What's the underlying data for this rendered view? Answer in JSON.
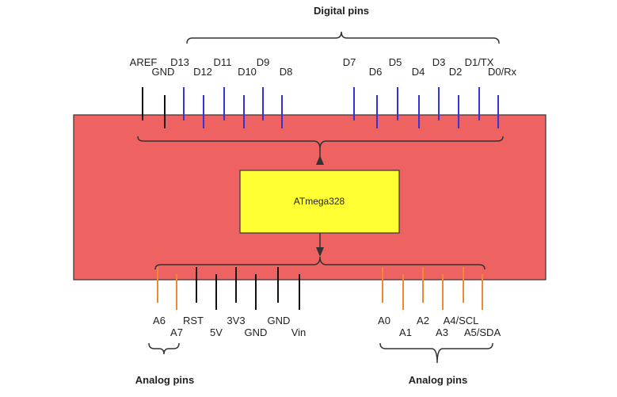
{
  "colors": {
    "board": "#ef6262",
    "board_stroke": "#333333",
    "chip": "#ffff33",
    "digital_pin": "#3333dd",
    "power_pin": "#111111",
    "analog_pin": "#ee8833",
    "brace": "#333333",
    "text": "#222222"
  },
  "labels": {
    "digital_group": "Digital pins",
    "analog_group_left": "Analog pins",
    "analog_group_right": "Analog pins",
    "chip": "ATmega328"
  },
  "top_pins": [
    {
      "label": "AREF",
      "type": "power"
    },
    {
      "label": "GND",
      "type": "power"
    },
    {
      "label": "D13",
      "type": "digital"
    },
    {
      "label": "D12",
      "type": "digital"
    },
    {
      "label": "D11",
      "type": "digital"
    },
    {
      "label": "D10",
      "type": "digital"
    },
    {
      "label": "D9",
      "type": "digital"
    },
    {
      "label": "D8",
      "type": "digital"
    },
    {
      "label": "D7",
      "type": "digital"
    },
    {
      "label": "D6",
      "type": "digital"
    },
    {
      "label": "D5",
      "type": "digital"
    },
    {
      "label": "D4",
      "type": "digital"
    },
    {
      "label": "D3",
      "type": "digital"
    },
    {
      "label": "D2",
      "type": "digital"
    },
    {
      "label": "D1/TX",
      "type": "digital"
    },
    {
      "label": "D0/Rx",
      "type": "digital"
    }
  ],
  "bottom_pins": [
    {
      "label": "A6",
      "type": "analog"
    },
    {
      "label": "A7",
      "type": "analog"
    },
    {
      "label": "RST",
      "type": "power"
    },
    {
      "label": "5V",
      "type": "power"
    },
    {
      "label": "3V3",
      "type": "power"
    },
    {
      "label": "GND",
      "type": "power"
    },
    {
      "label": "GND",
      "type": "power"
    },
    {
      "label": "Vin",
      "type": "power"
    },
    {
      "label": "A0",
      "type": "analog"
    },
    {
      "label": "A1",
      "type": "analog"
    },
    {
      "label": "A2",
      "type": "analog"
    },
    {
      "label": "A3",
      "type": "analog"
    },
    {
      "label": "A4/SCL",
      "type": "analog"
    },
    {
      "label": "A5/SDA",
      "type": "analog"
    }
  ]
}
